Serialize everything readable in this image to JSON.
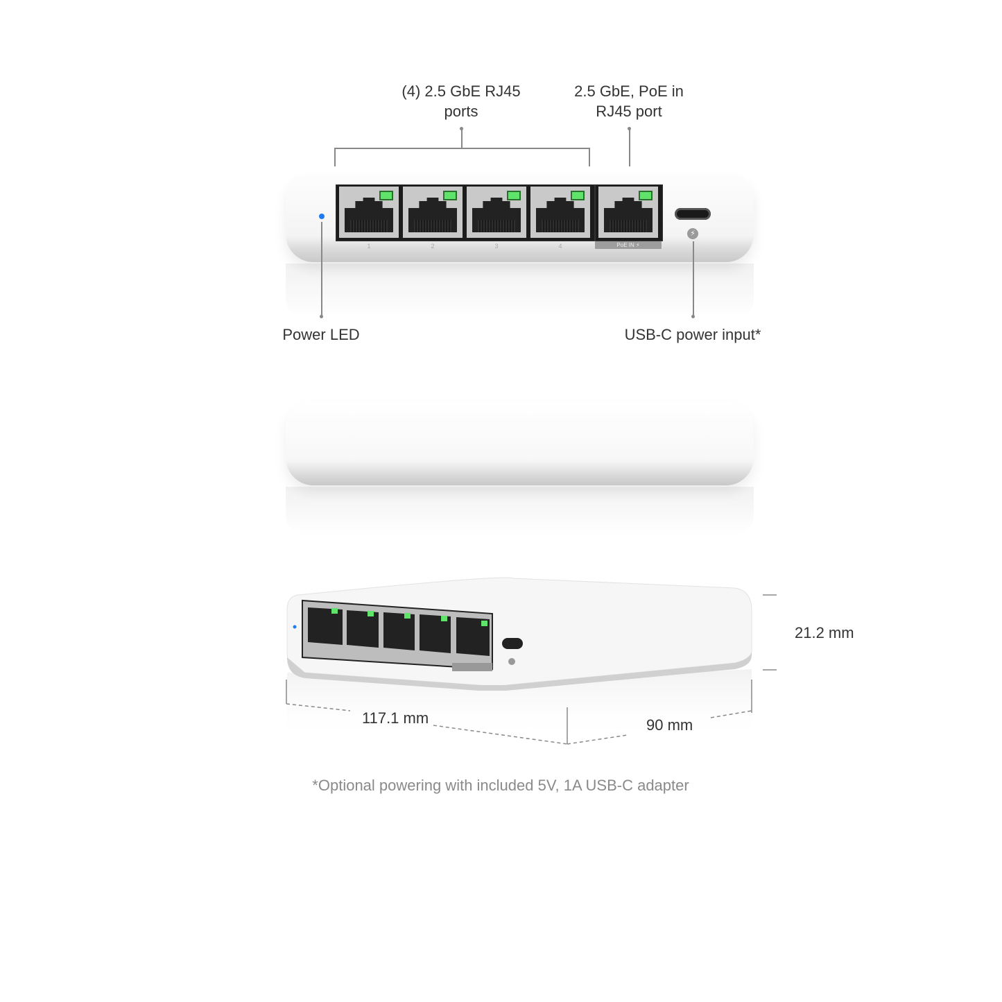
{
  "callouts": {
    "lan_ports": [
      "(4) 2.5 GbE RJ45",
      "ports"
    ],
    "poe_port": [
      "2.5 GbE, PoE in",
      "RJ45 port"
    ],
    "power_led": "Power LED",
    "usbc": "USB-C power input*"
  },
  "ports": [
    {
      "label": "1"
    },
    {
      "label": "2"
    },
    {
      "label": "3"
    },
    {
      "label": "4"
    }
  ],
  "poe_label": "PoE IN ⚡",
  "dimensions": {
    "height": "21.2 mm",
    "width": "117.1 mm",
    "depth": "90 mm"
  },
  "footnote": "*Optional powering with included 5V, 1A USB-C adapter",
  "colors": {
    "led_power": "#1e7cf2",
    "led_link": "#5fe36b"
  }
}
